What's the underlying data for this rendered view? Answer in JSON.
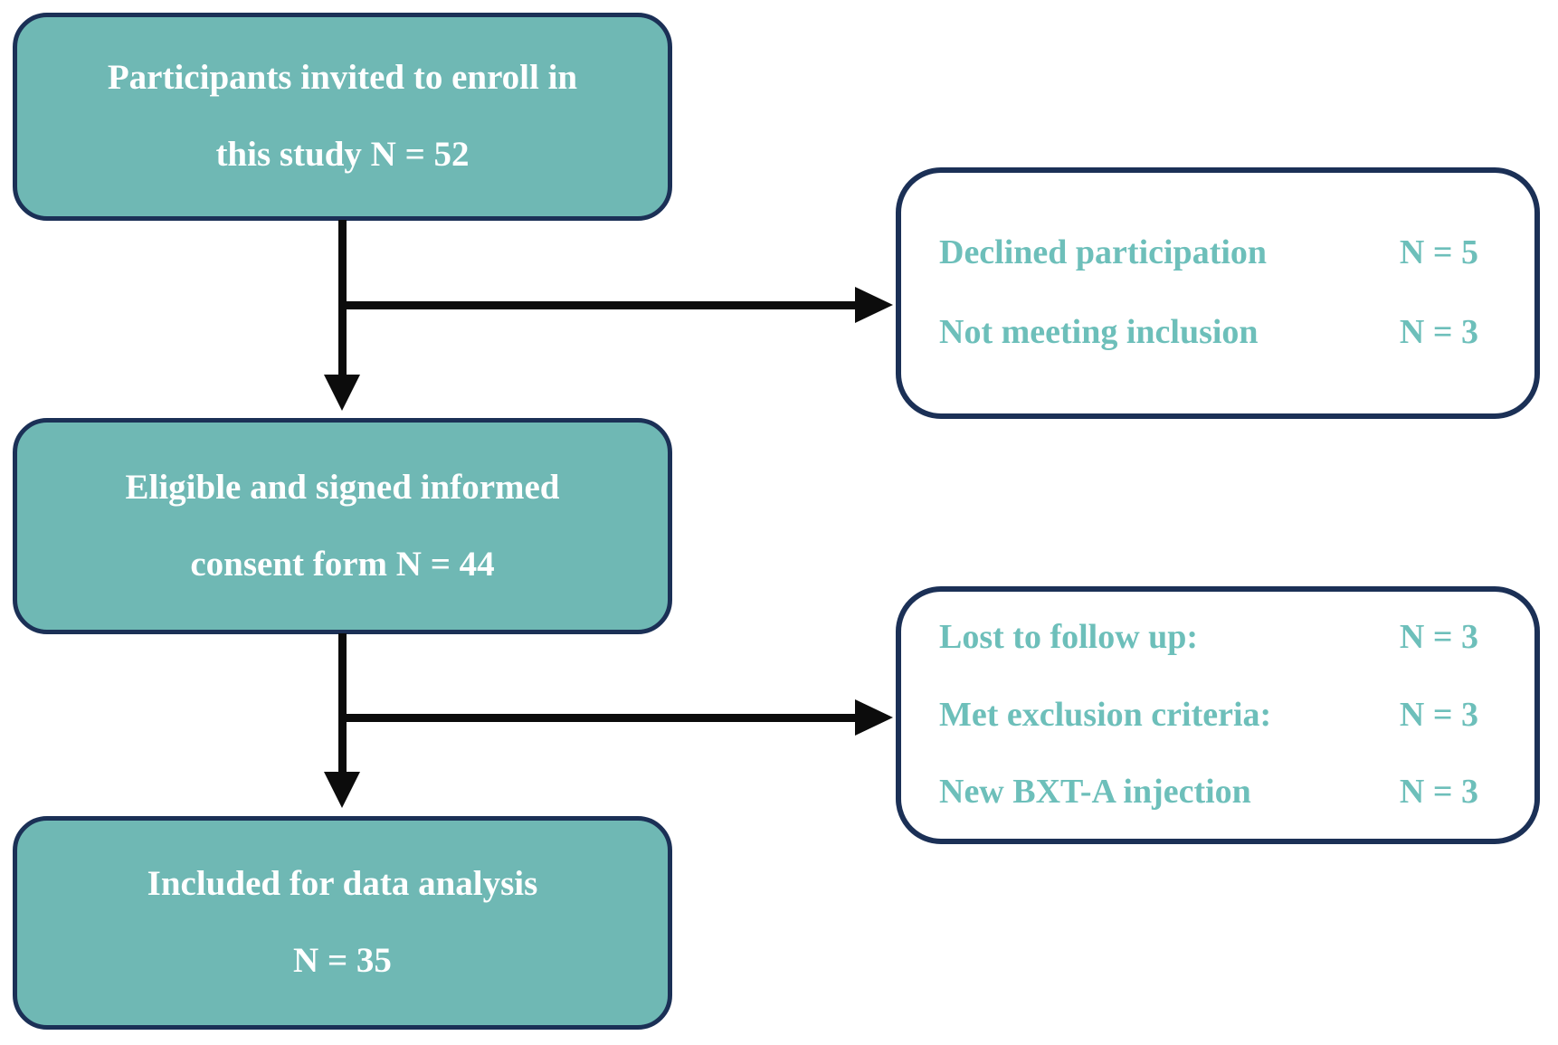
{
  "diagram": {
    "type": "participant-flow-diagram",
    "colors": {
      "box_fill": "#6FB8B4",
      "box_border": "#1B3056",
      "main_text": "#FFFFFF",
      "side_text": "#6DBFBA",
      "arrow": "#0C0C0C",
      "background": "#FFFFFF"
    },
    "main_boxes": [
      {
        "id": "invited",
        "lines": [
          "Participants invited to enroll in",
          "this study N = 52"
        ]
      },
      {
        "id": "eligible",
        "lines": [
          "Eligible and signed informed",
          "consent form N = 44"
        ]
      },
      {
        "id": "included",
        "lines": [
          "Included for data analysis",
          "N = 35"
        ]
      }
    ],
    "side_boxes": [
      {
        "id": "exclusions-1",
        "rows": [
          {
            "label": "Declined participation",
            "value": "N = 5"
          },
          {
            "label": "Not meeting inclusion",
            "value": "N = 3"
          }
        ]
      },
      {
        "id": "exclusions-2",
        "rows": [
          {
            "label": "Lost to follow up:",
            "value": "N = 3"
          },
          {
            "label": "Met exclusion criteria:",
            "value": "N = 3"
          },
          {
            "label": "New BXT-A injection",
            "value": "N = 3"
          }
        ]
      }
    ]
  }
}
